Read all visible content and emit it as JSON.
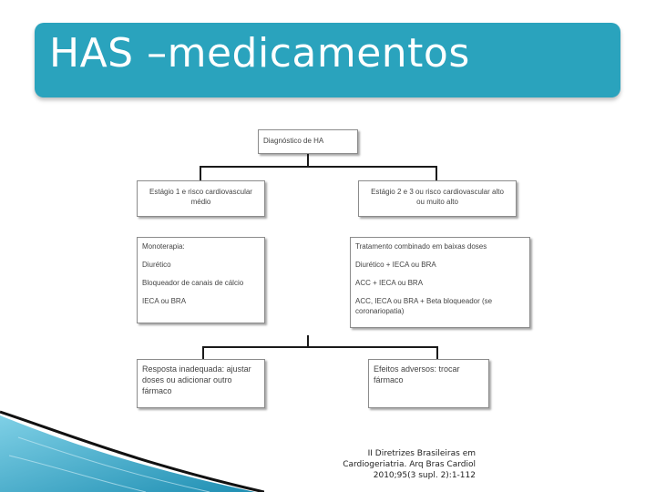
{
  "title": "HAS –medicamentos",
  "diagram": {
    "root": "Diagnóstico de HA",
    "stage_left": {
      "line1": "Estágio 1 e risco cardiovascular",
      "line2": "médio"
    },
    "stage_right": {
      "line1": "Estágio 2 e 3 ou risco cardiovascular alto",
      "line2": "ou muito alto"
    },
    "mono": {
      "title": "Monoterapia:",
      "items": [
        "Diurético",
        "Bloqueador de canais de cálcio",
        "IECA ou BRA"
      ]
    },
    "combo": {
      "title": "Tratamento combinado em baixas doses",
      "items": [
        "Diurético + IECA ou BRA",
        "ACC + IECA ou BRA",
        "ACC, IECA ou BRA + Beta bloqueador (se",
        "coronariopatia)"
      ]
    },
    "response": {
      "line1": "Resposta inadequada: ajustar",
      "line2": "doses ou adicionar outro",
      "line3": "fármaco"
    },
    "adverse": {
      "line1": "Efeitos adversos: trocar",
      "line2": "fármaco"
    }
  },
  "citation": {
    "line1": "II Diretrizes Brasileiras em",
    "line2": "Cardiogeriatria. Arq Bras Cardiol",
    "line3": "2010;95(3 supl. 2):1-112"
  },
  "colors": {
    "title_bar": "#2aa3bd",
    "title_text": "#ffffff",
    "corner_blue": "#2a9fc0"
  }
}
